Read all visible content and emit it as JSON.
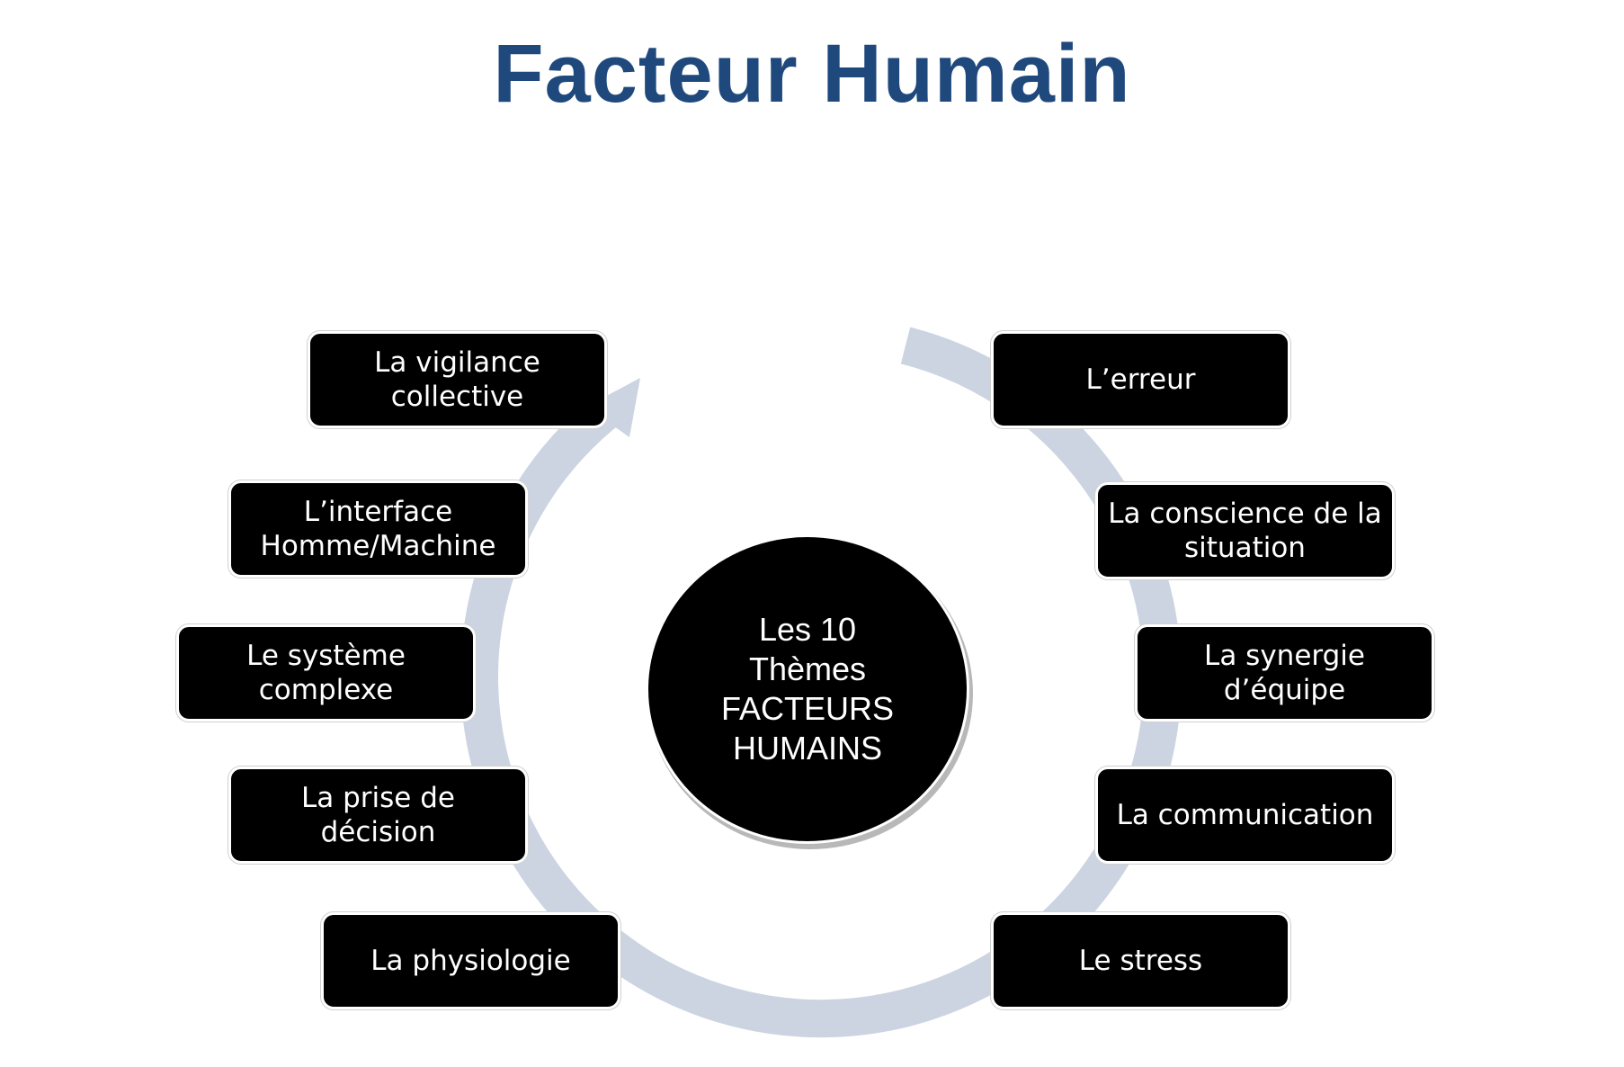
{
  "title": "Facteur Humain",
  "center": {
    "line1": "Les 10",
    "line2": "Thèmes",
    "line3": "FACTEURS",
    "line4": "HUMAINS"
  },
  "themes": [
    {
      "label_1": "L’erreur",
      "label_2": ""
    },
    {
      "label_1": "La conscience de la",
      "label_2": "situation"
    },
    {
      "label_1": "La synergie d’équipe",
      "label_2": ""
    },
    {
      "label_1": "La communication",
      "label_2": ""
    },
    {
      "label_1": "Le stress",
      "label_2": ""
    },
    {
      "label_1": "La physiologie",
      "label_2": ""
    },
    {
      "label_1": "La prise de décision",
      "label_2": ""
    },
    {
      "label_1": "Le système",
      "label_2": "complexe"
    },
    {
      "label_1": "L’interface",
      "label_2": "Homme/Machine"
    },
    {
      "label_1": "La vigilance",
      "label_2": "collective"
    }
  ],
  "colors": {
    "title": "#1f497d",
    "ring": "#ccd4e1",
    "box": "#000000",
    "box_text": "#ffffff"
  }
}
